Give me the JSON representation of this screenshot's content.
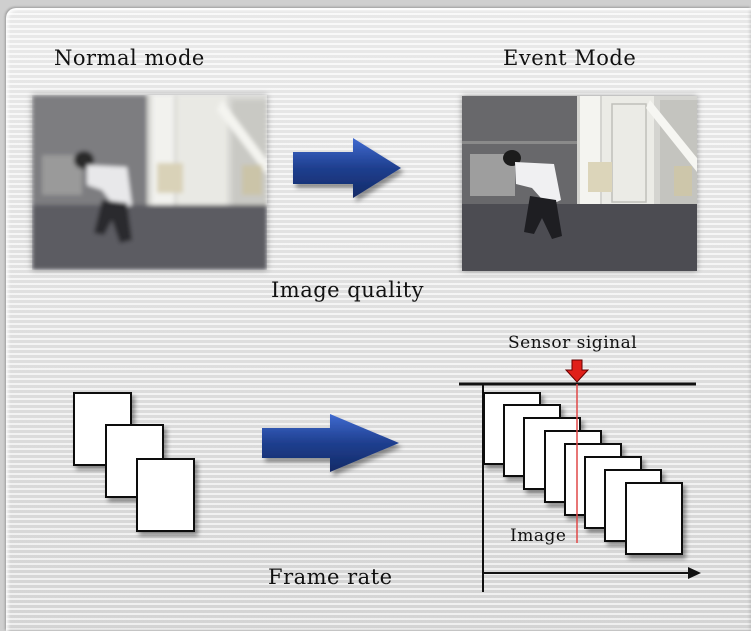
{
  "labels": {
    "normal_mode": "Normal mode",
    "event_mode": "Event Mode",
    "image_quality": "Image quality",
    "frame_rate": "Frame rate",
    "sensor_signal": "Sensor siginal",
    "image": "Image"
  },
  "colors": {
    "arrow": "#1f3f8f",
    "sensor_arrow": "#e0201a",
    "sensor_line": "#e04848"
  },
  "icons": [
    "blurry-photo-icon",
    "sharp-photo-icon",
    "right-arrow-icon",
    "down-arrow-icon"
  ]
}
